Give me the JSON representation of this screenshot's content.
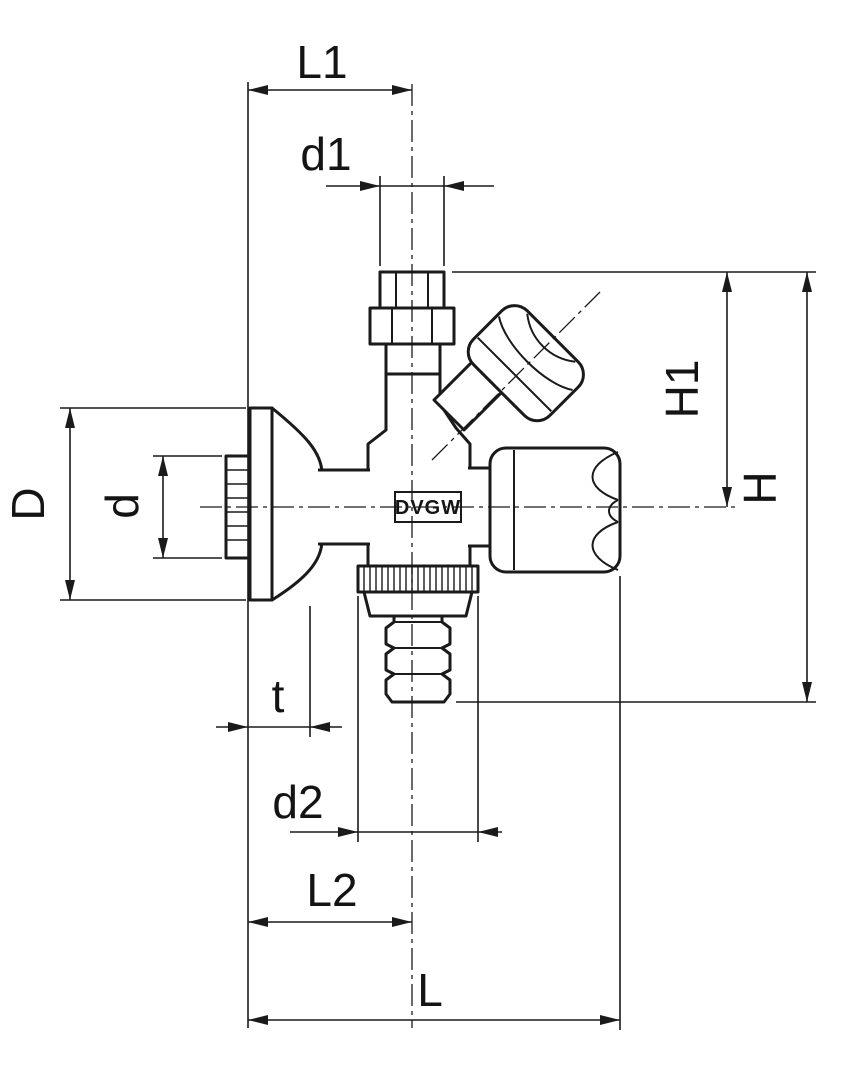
{
  "drawing": {
    "background_color": "#ffffff",
    "line_color": "#1a1a1a",
    "marking": "DVGW",
    "labels": {
      "L1": "L1",
      "d1": "d1",
      "D": "D",
      "d": "d",
      "t": "t",
      "d2": "d2",
      "L2": "L2",
      "L": "L",
      "H1": "H1",
      "H": "H"
    }
  }
}
